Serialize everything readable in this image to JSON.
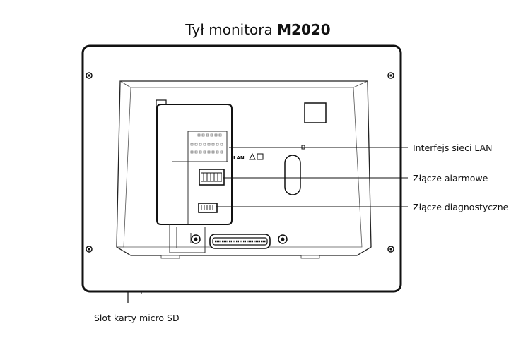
{
  "title": {
    "prefix": "Tył monitora",
    "model": "M2020"
  },
  "device": {
    "port_label": "LAN",
    "warning_symbol": "warning-triangle-icon"
  },
  "callouts": {
    "lan": "Interfejs sieci LAN",
    "alarm": "Złącze alarmowe",
    "diagnostic": "Złącze diagnostyczne",
    "sd": "Slot karty micro SD"
  }
}
